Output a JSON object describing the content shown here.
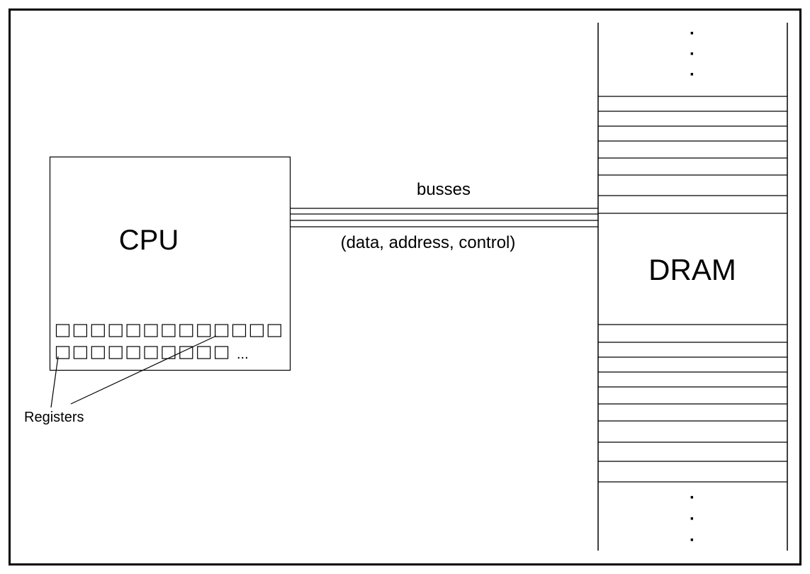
{
  "cpu": {
    "label": "CPU",
    "registers_ellipsis": "...",
    "registers_label": "Registers"
  },
  "bus": {
    "label": "busses",
    "sublabel": "(data, address, control)"
  },
  "dram": {
    "label": "DRAM",
    "top_ellipsis": [
      "·",
      "·",
      "·"
    ],
    "bottom_ellipsis": [
      "·",
      "·",
      "·"
    ]
  },
  "colors": {
    "line": "#000000",
    "background": "#ffffff"
  }
}
